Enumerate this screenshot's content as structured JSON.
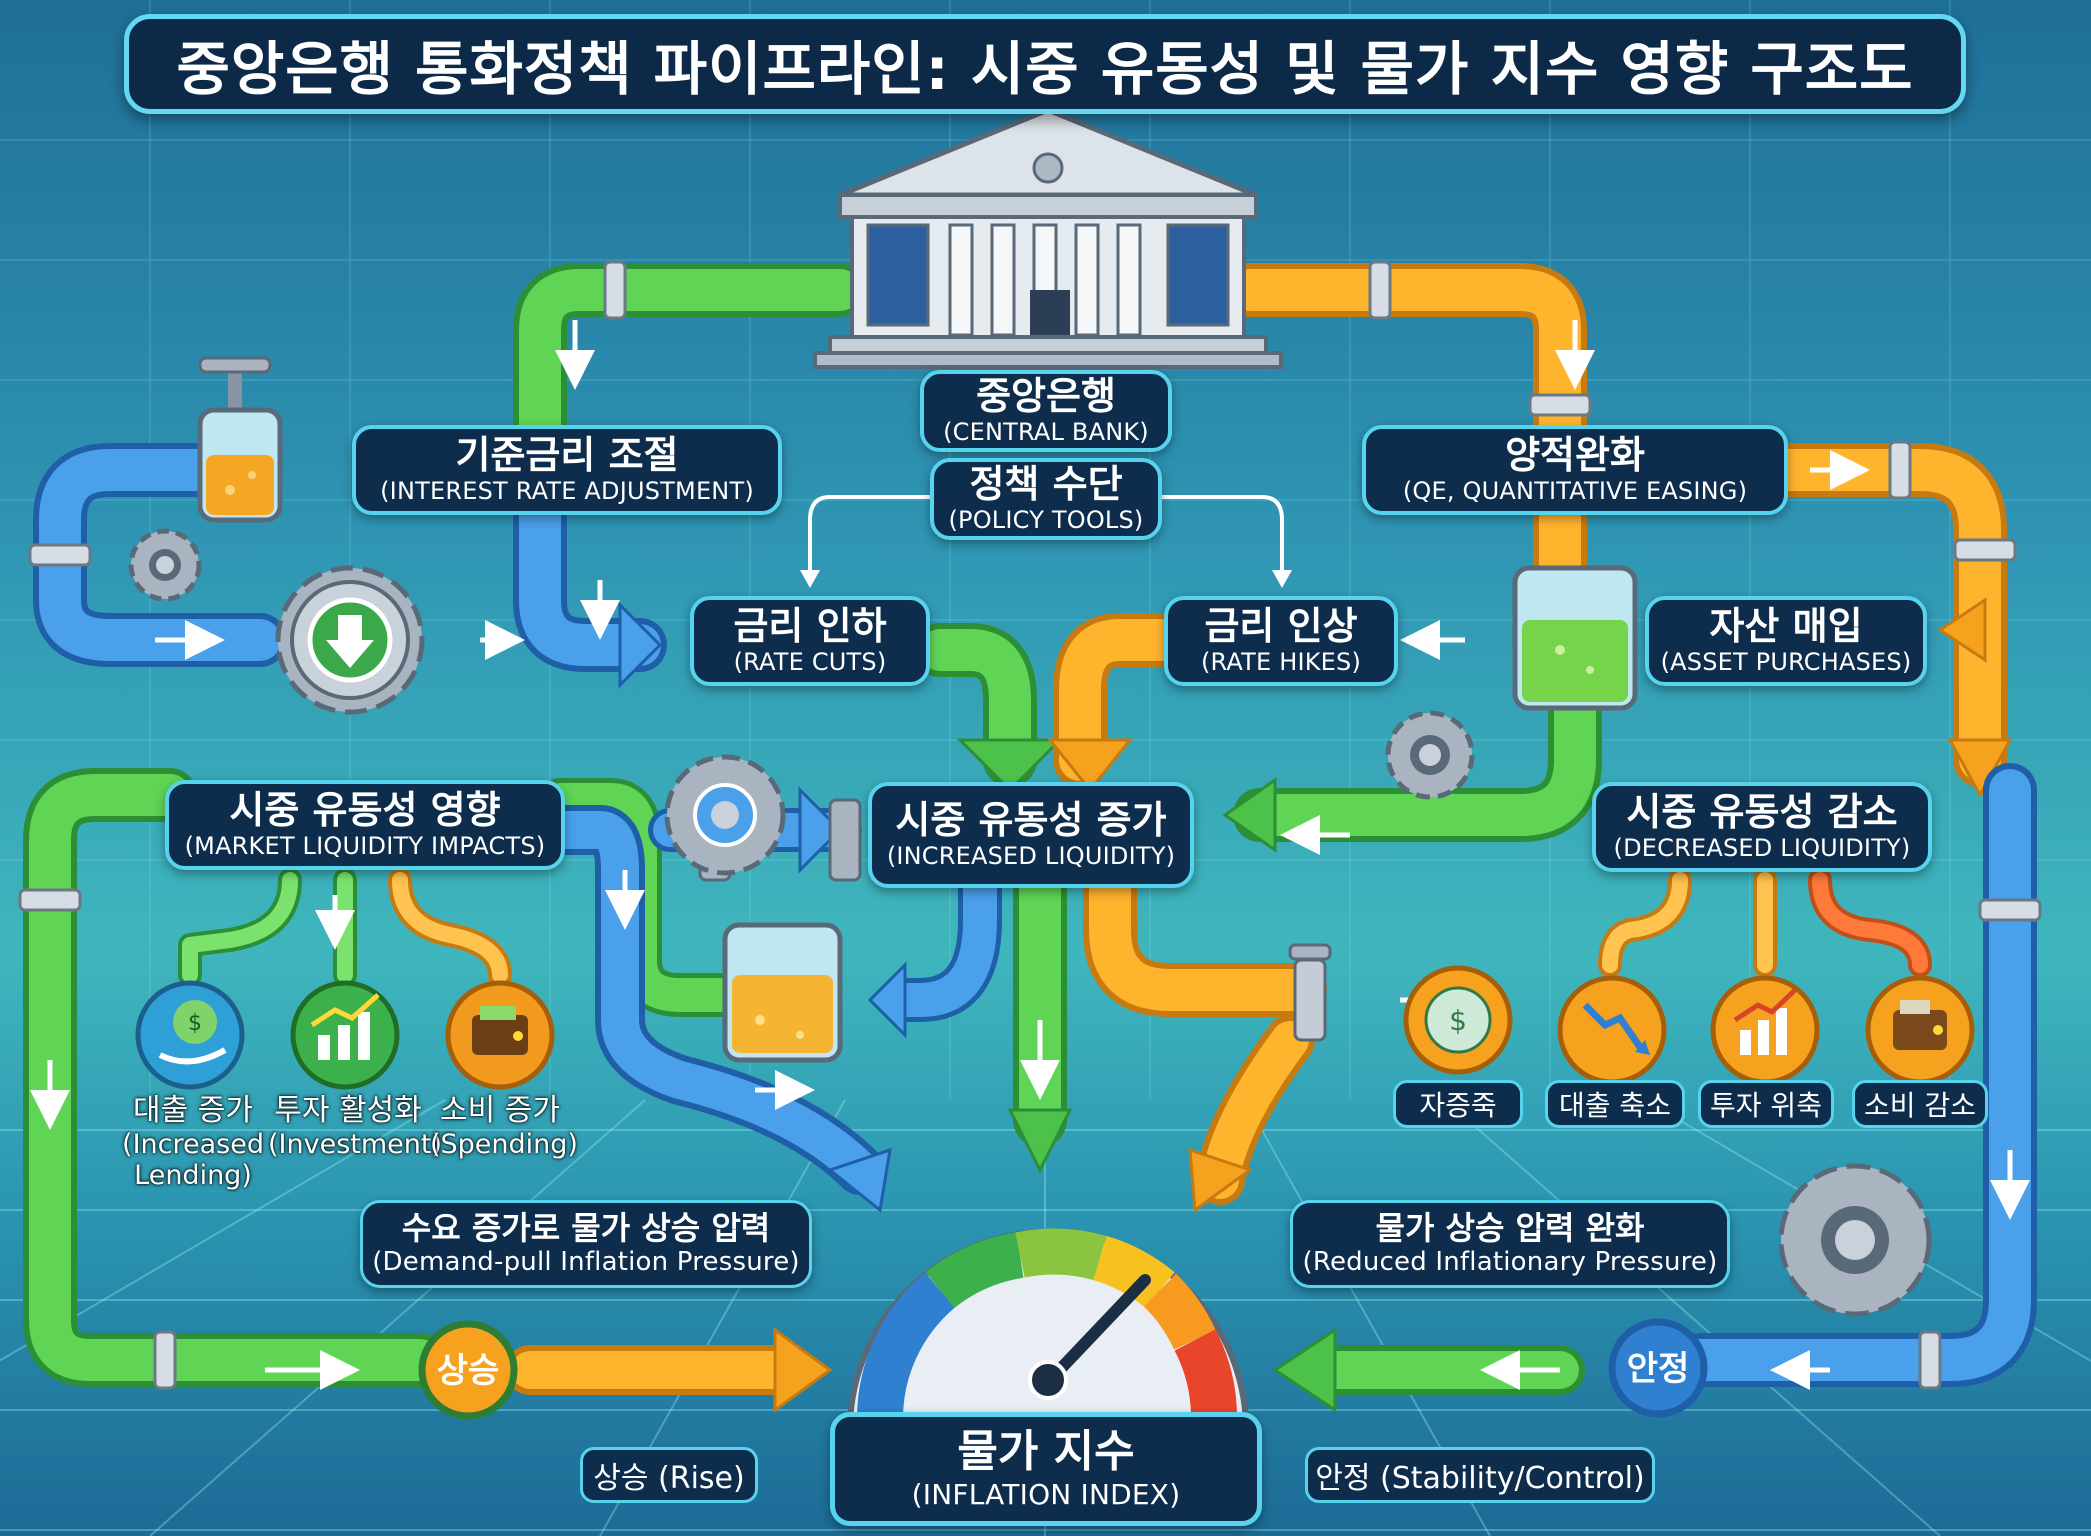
{
  "title": "중앙은행 통화정책 파이프라인: 시중 유동성 및 물가 지수 영향 구조도",
  "central_bank": {
    "ko": "중앙은행",
    "en": "(CENTRAL BANK)"
  },
  "policy_tools": {
    "ko": "정책 수단",
    "en": "(POLICY TOOLS)"
  },
  "interest_rate_adjustment": {
    "ko": "기준금리 조절",
    "en": "(INTEREST RATE ADJUSTMENT)"
  },
  "qe": {
    "ko": "양적완화",
    "en": "(QE, QUANTITATIVE EASING)"
  },
  "rate_cuts": {
    "ko": "금리 인하",
    "en": "(RATE CUTS)"
  },
  "rate_hikes": {
    "ko": "금리 인상",
    "en": "(RATE HIKES)"
  },
  "asset_purchases": {
    "ko": "자산 매입",
    "en": "(ASSET PURCHASES)"
  },
  "market_liquidity_impacts": {
    "ko": "시중 유동성 영향",
    "en": "(MARKET LIQUIDITY IMPACTS)"
  },
  "increased_liquidity": {
    "ko": "시중 유동성 증가",
    "en": "(INCREASED LIQUIDITY)"
  },
  "decreased_liquidity": {
    "ko": "시중 유동성 감소",
    "en": "(DECREASED LIQUIDITY)"
  },
  "left_effects": [
    {
      "ko": "대출 증가",
      "en1": "(Increased",
      "en2": "Lending)",
      "icon": "money-bag-hand-icon",
      "color": "#2f9fd8"
    },
    {
      "ko": "투자 활성화",
      "en1": "(Investment)",
      "en2": "",
      "icon": "chart-up-icon",
      "color": "#3cb04a"
    },
    {
      "ko": "소비 증가",
      "en1": "(Spending)",
      "en2": "",
      "icon": "wallet-icon",
      "color": "#f29a1e"
    }
  ],
  "right_effects": [
    {
      "ko": "자증죽",
      "icon": "money-shrink-icon"
    },
    {
      "ko": "대출 축소",
      "icon": "chart-down-icon"
    },
    {
      "ko": "투자 위축",
      "icon": "chart-up-icon"
    },
    {
      "ko": "소비 감소",
      "icon": "wallet-icon"
    }
  ],
  "demand_pull": {
    "ko": "수요 증가로 물가 상승 압력",
    "en": "(Demand-pull Inflation Pressure)"
  },
  "reduced_pressure": {
    "ko": "물가 상승 압력 완화",
    "en": "(Reduced Inflationary Pressure)"
  },
  "rise_badge": "상승",
  "stable_badge": "안정",
  "rise_label": "상승 (Rise)",
  "stability_label": "안정 (Stability/Control)",
  "inflation_index": {
    "ko": "물가 지수",
    "en": "(INFLATION INDEX)"
  },
  "colors": {
    "green_pipe": "#4cc24a",
    "orange_pipe": "#f7a21f",
    "blue_pipe": "#3a8fe0",
    "label_bg": "#0e2d4c",
    "label_border": "#57d3ee"
  }
}
